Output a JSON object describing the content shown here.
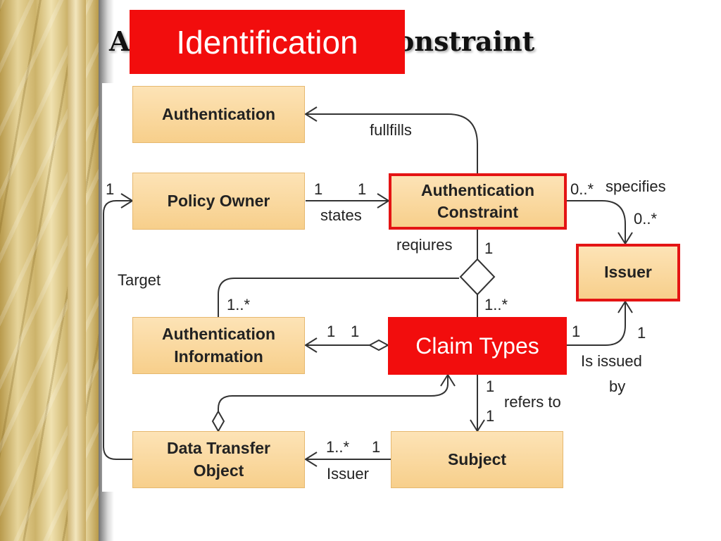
{
  "title": {
    "prefix": "A",
    "suffix": "onstraint"
  },
  "identification_label": "Identification",
  "claim_types_label": "Claim Types",
  "boxes": {
    "authentication": "Authentication",
    "policy_owner": "Policy Owner",
    "auth_constraint": "Authentication\nConstraint",
    "issuer": "Issuer",
    "auth_information": "Authentication\nInformation",
    "data_transfer_object": "Data Transfer\nObject",
    "subject": "Subject"
  },
  "labels": {
    "fullfills": "fullfills",
    "one_left_policy": "1",
    "states_one_a": "1",
    "states_one_b": "1",
    "states": "states",
    "zero_many_a": "0..*",
    "specifies": "specifies",
    "zero_many_b": "0..*",
    "reqiures": "reqiures",
    "reqiures_one": "1",
    "target": "Target",
    "target_mult": "1..*",
    "claim_mult": "1..*",
    "info_one_a": "1",
    "info_one_b": "1",
    "issued_one_a": "1",
    "issued_one_b": "1",
    "is_issued": "Is issued",
    "by": "by",
    "refers_one_a": "1",
    "refers_to": "refers to",
    "refers_one_b": "1",
    "dto_mult": "1..*",
    "dto_one": "1",
    "issuer_label": "Issuer"
  },
  "colors": {
    "highlight": "#f20d0d",
    "box_fill": "#f9d79c",
    "box_border": "#e41414"
  }
}
